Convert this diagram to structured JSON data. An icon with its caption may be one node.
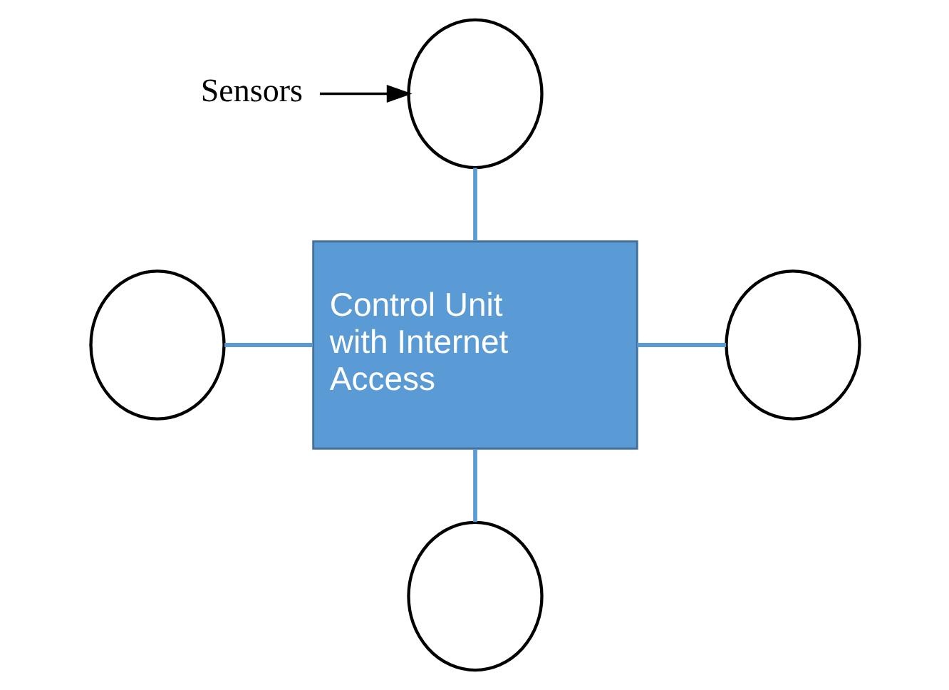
{
  "diagram": {
    "nodes": [
      {
        "text": [],
        "shape": "circle"
      },
      {
        "text": [
          "Sensors"
        ]
      },
      {
        "text": [],
        "shape": "circle"
      },
      {
        "text": [
          "Control Unit with Internet Access"
        ]
      },
      {
        "text": [],
        "shape": "circle"
      },
      {
        "text": [],
        "shape": "circle"
      }
    ],
    "edges": [
      {
        "from": 1,
        "to": 0,
        "arrow": "to",
        "color": "#000000"
      },
      {
        "from": 0,
        "to": 3,
        "arrow": "none"
      },
      {
        "from": 2,
        "to": 3,
        "arrow": "none"
      },
      {
        "from": 3,
        "to": 4,
        "arrow": "none"
      },
      {
        "from": 3,
        "to": 5,
        "arrow": "none"
      }
    ]
  }
}
